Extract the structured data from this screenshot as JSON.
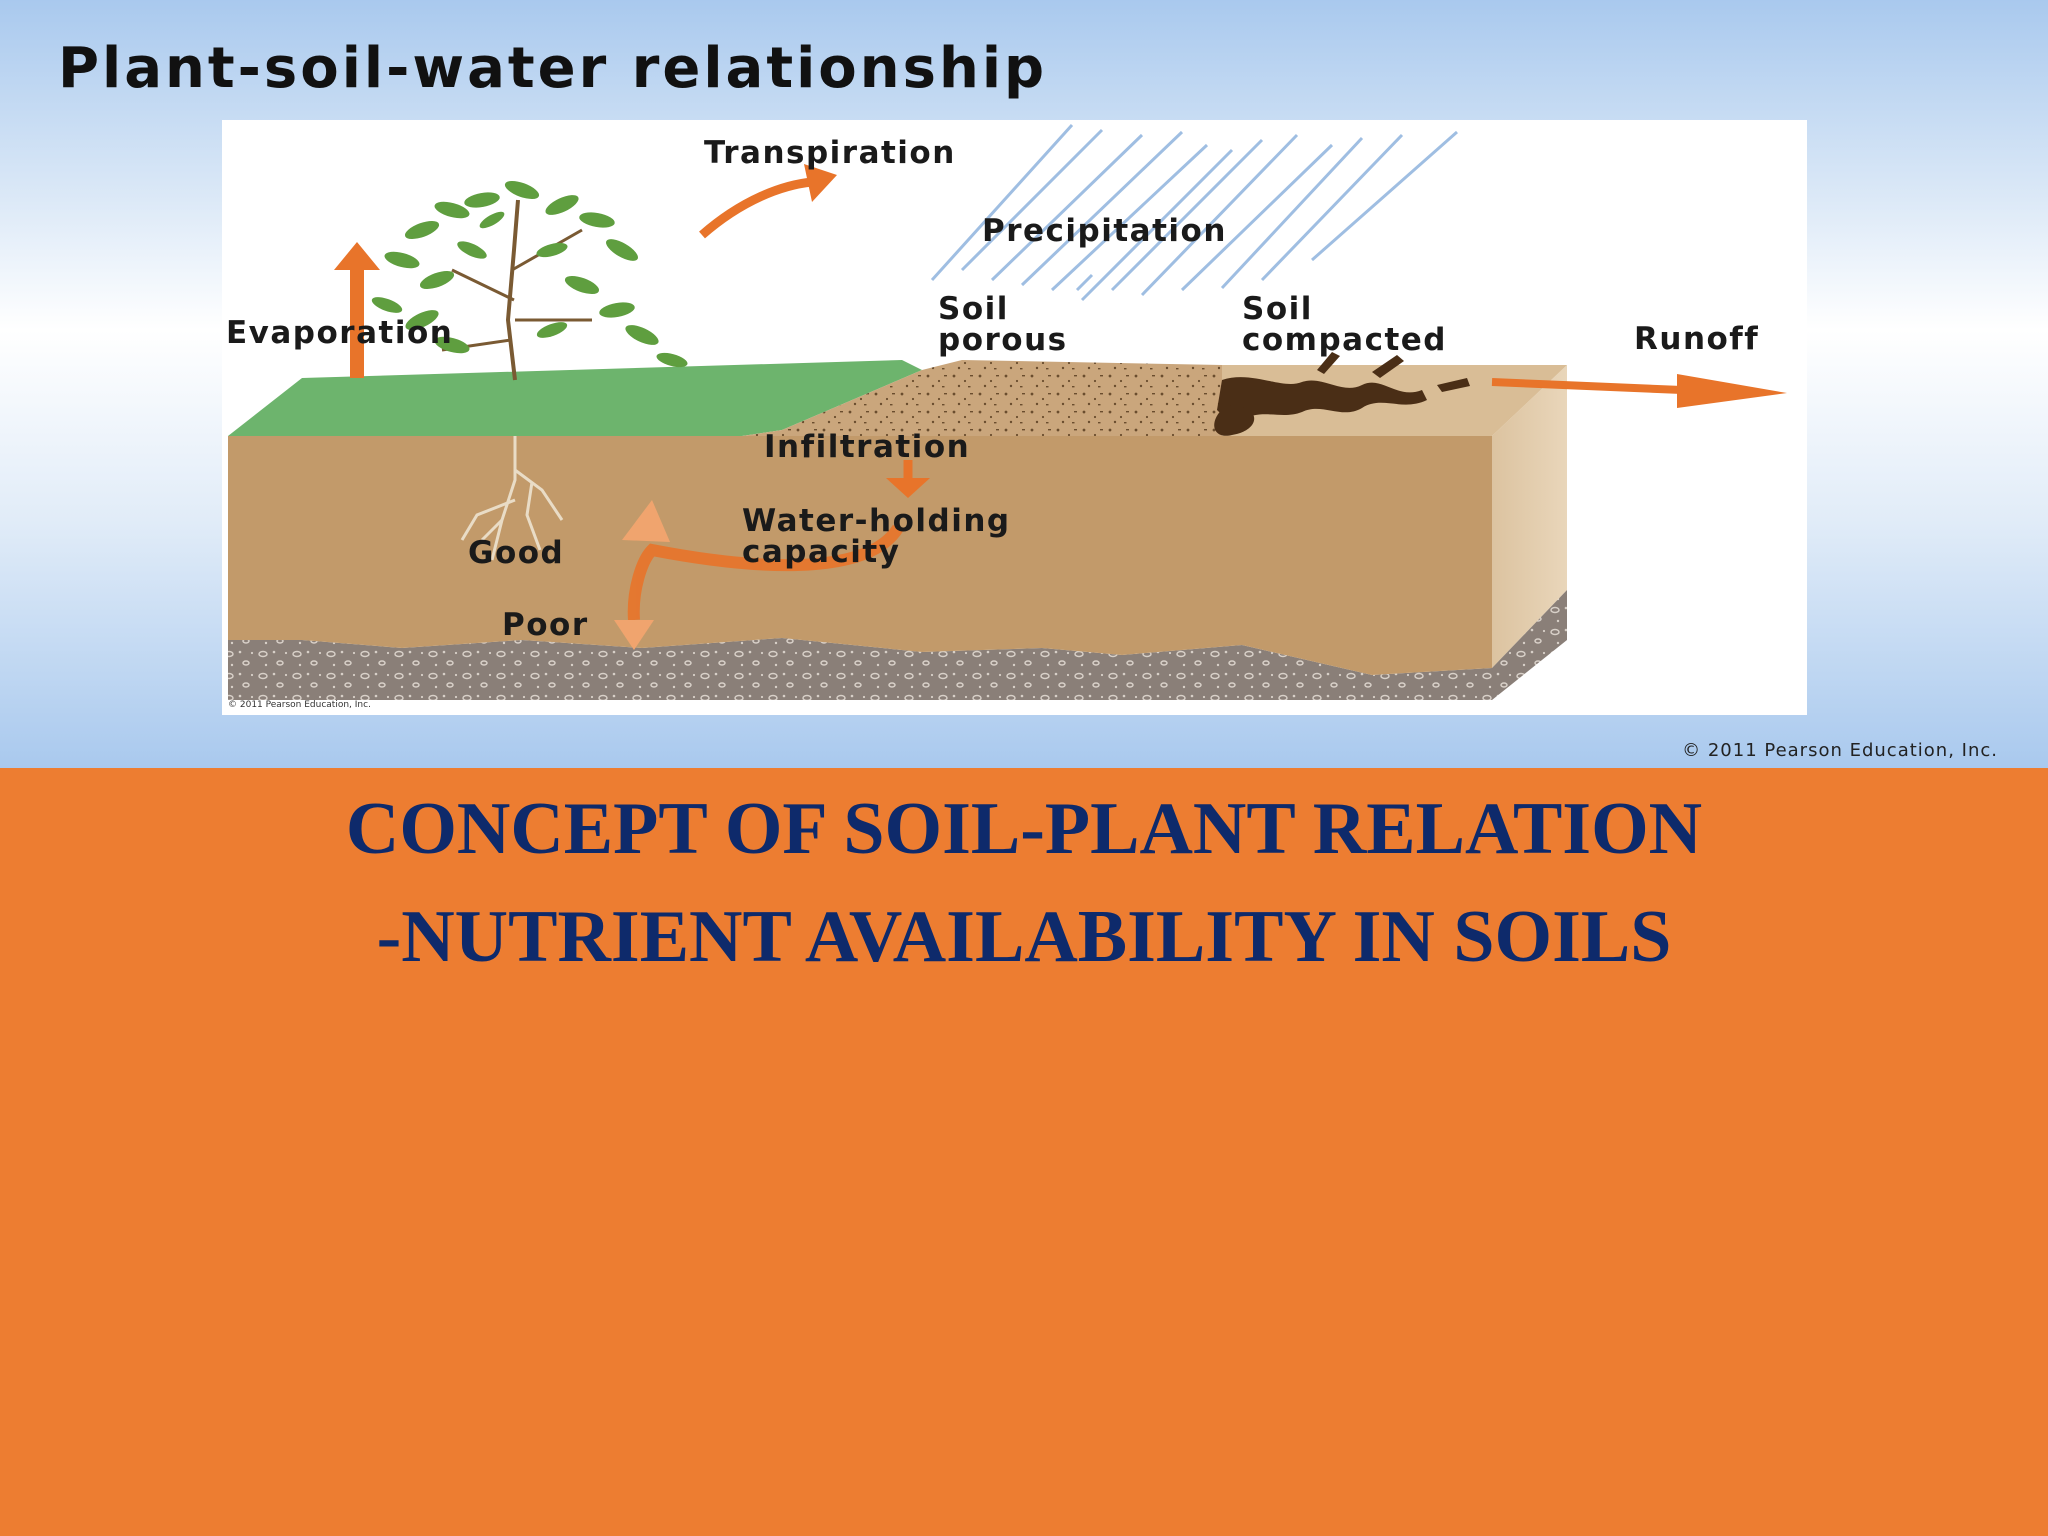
{
  "slide": {
    "heading": "Plant-soil-water relationship",
    "credit": "© 2011 Pearson Education, Inc.",
    "title_line1": "CONCEPT OF SOIL-PLANT RELATION",
    "title_line2": "-NUTRIENT AVAILABILITY IN SOILS"
  },
  "diagram": {
    "labels": {
      "transpiration": "Transpiration",
      "precipitation": "Precipitation",
      "evaporation": "Evaporation",
      "soil_porous": "Soil\nporous",
      "soil_compacted": "Soil\ncompacted",
      "runoff": "Runoff",
      "infiltration": "Infiltration",
      "water_holding": "Water-holding\ncapacity",
      "good": "Good",
      "poor": "Poor"
    },
    "inner_credit": "© 2011 Pearson Education, Inc."
  },
  "colors": {
    "background_orange": "#ED7D31",
    "title_navy": "#0E2A6B",
    "arrow_orange": "#E8742A",
    "soil_tan": "#C29A6A",
    "grass_green": "#6DB46D",
    "rain_blue": "#8FB3DD"
  }
}
